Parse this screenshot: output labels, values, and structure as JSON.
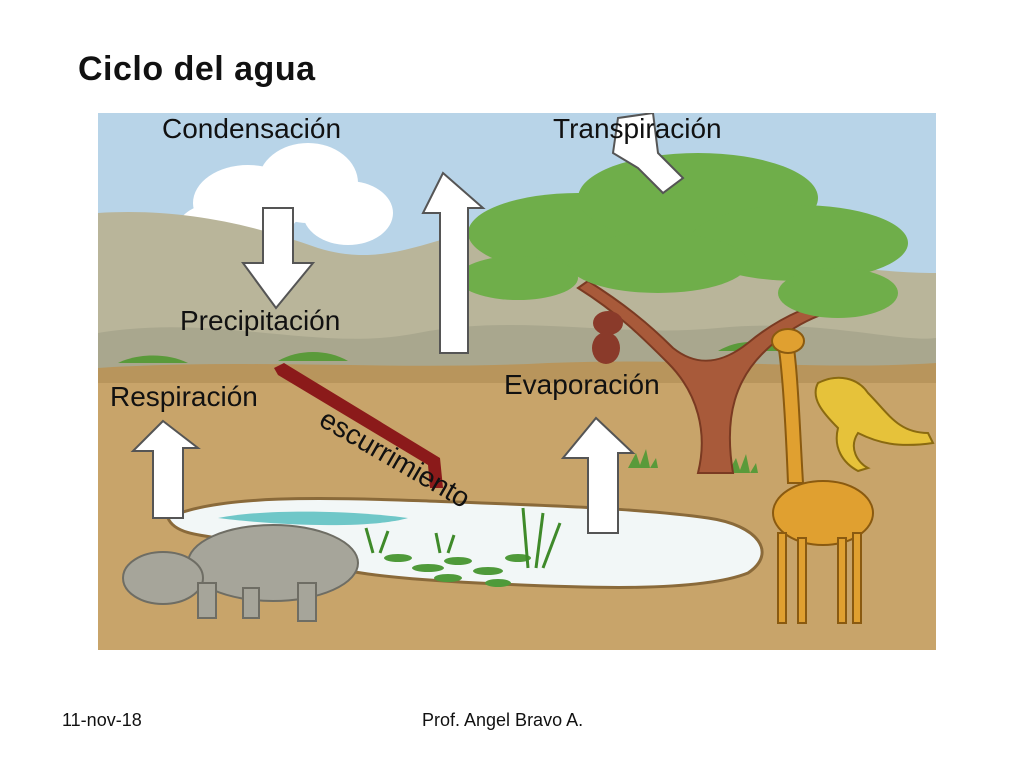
{
  "title": "Ciclo del agua",
  "labels": {
    "condensacion": "Condensación",
    "transpiracion": "Transpiración",
    "precipitacion": "Precipitación",
    "respiracion": "Respiración",
    "escurrimiento": "escurrimiento",
    "evaporacion": "Evaporación"
  },
  "footer": {
    "date": "11-nov-18",
    "author": "Prof.  Angel Bravo A."
  },
  "colors": {
    "sky": "#b8d4e8",
    "hills": "#b9b59a",
    "ground": "#c8a46a",
    "pond": "#f2f7f7",
    "water": "#6fc7c8",
    "tree": "#6fae4a",
    "trunk": "#a85a3a",
    "runoff": "#8b1a1a",
    "giraffe": "#e0a030",
    "hippo": "#a6a59a",
    "dinosaur": "#e6c23a"
  }
}
